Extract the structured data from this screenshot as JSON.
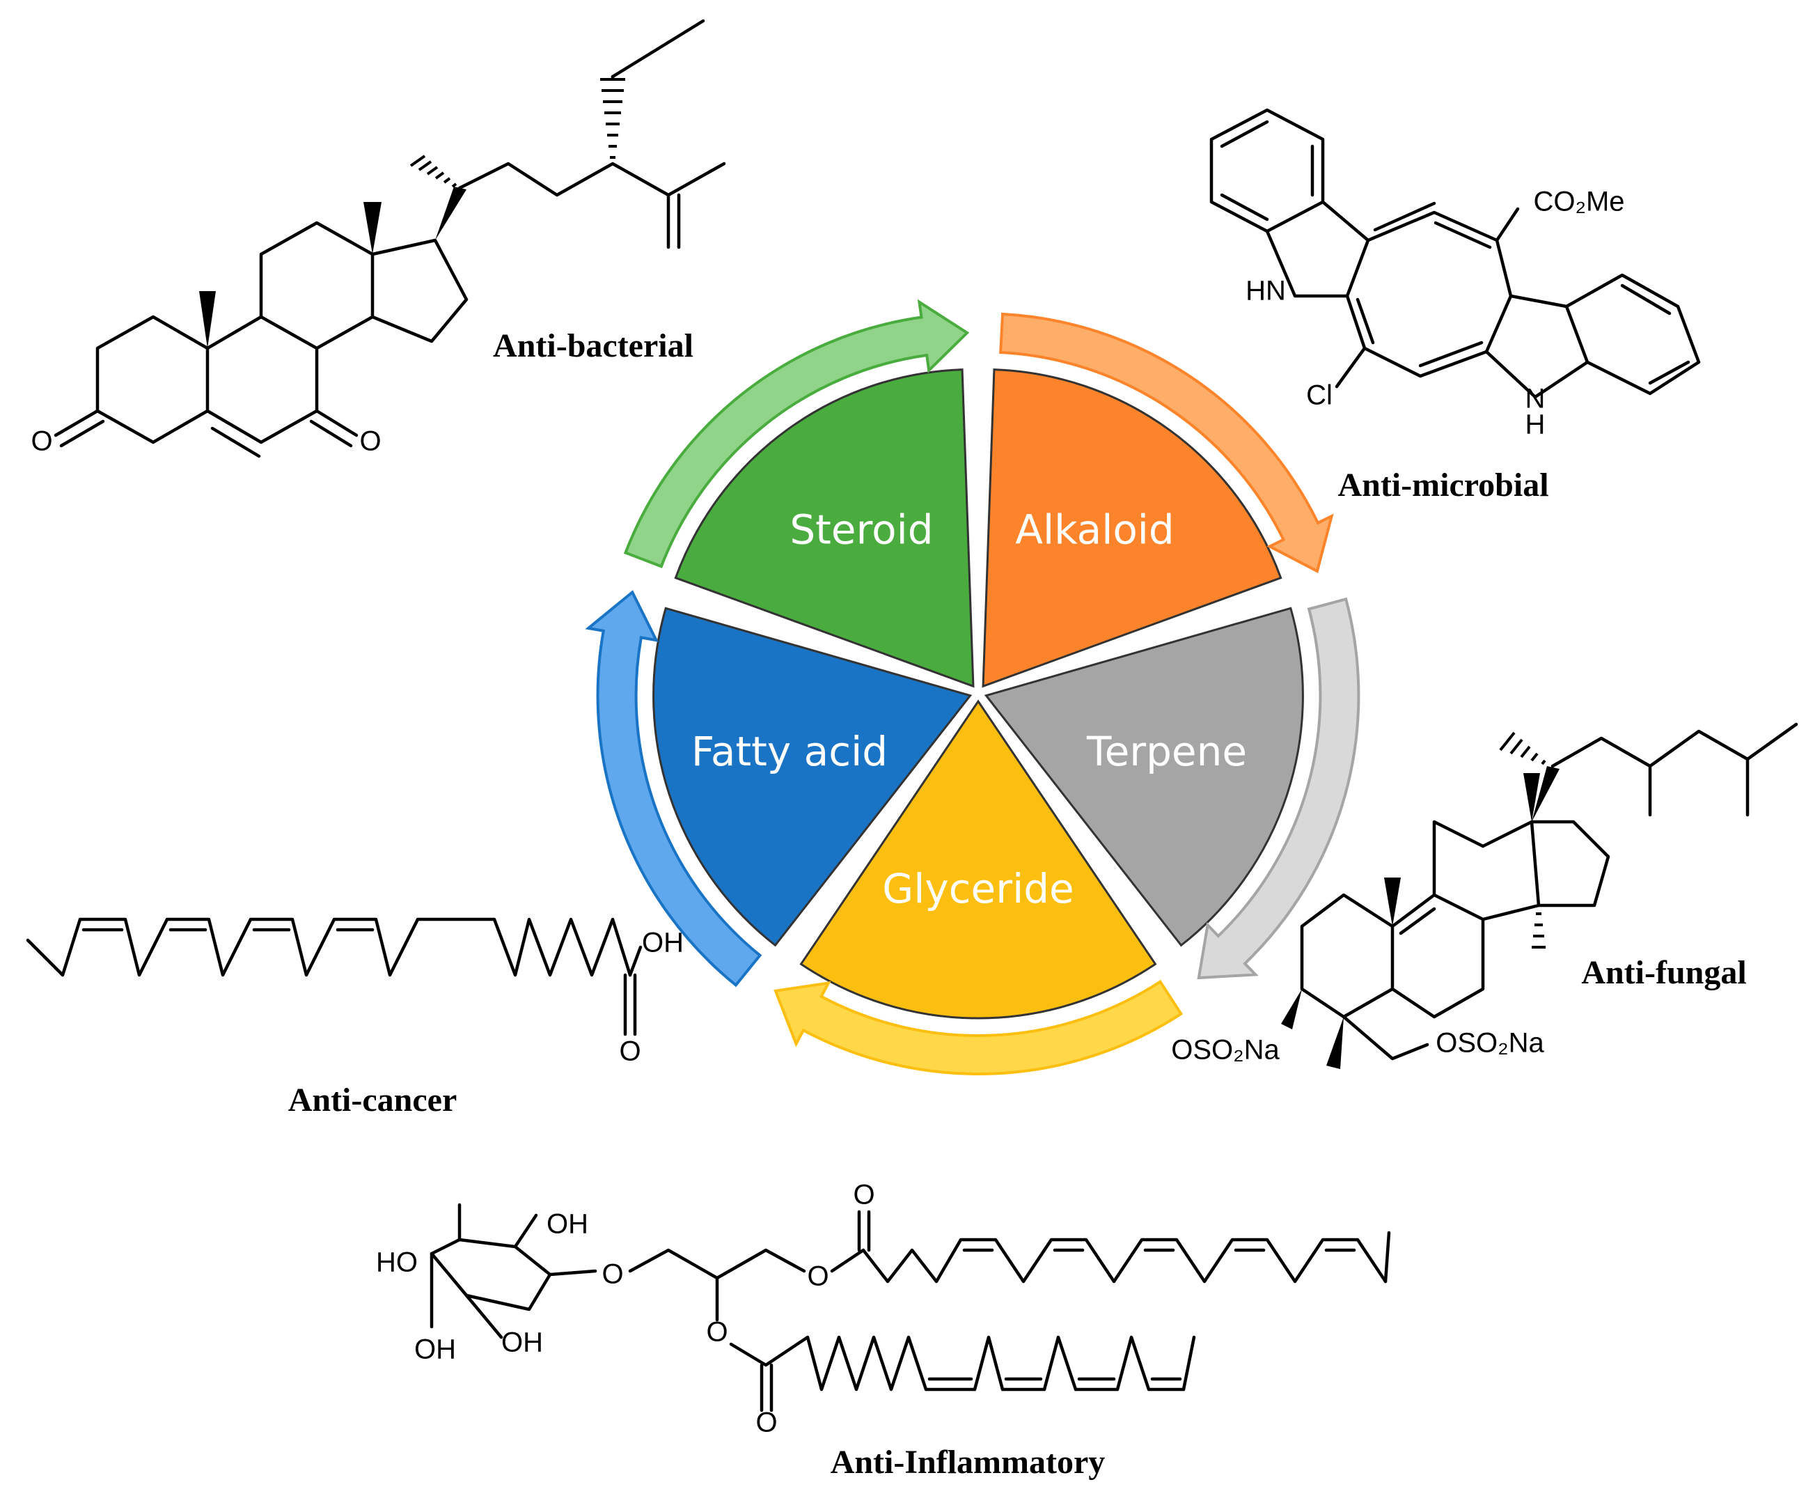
{
  "wheel": {
    "segments": [
      {
        "name": "Steroid",
        "color": "#4aac3e",
        "arrow": "#8fd488"
      },
      {
        "name": "Alkaloid",
        "color": "#fd842a",
        "arrow": "#ffae6a"
      },
      {
        "name": "Terpene",
        "color": "#a5a5a5",
        "arrow": "#d9d9d9"
      },
      {
        "name": "Glyceride",
        "color": "#fdbf0f",
        "arrow": "#ffd84a"
      },
      {
        "name": "Fatty acid",
        "color": "#1a74c6",
        "arrow": "#5fa8ee"
      }
    ]
  },
  "activities": {
    "anti_bacterial": "Anti-bacterial",
    "anti_microbial": "Anti-microbial",
    "anti_fungal": "Anti-fungal",
    "anti_cancer": "Anti-cancer",
    "anti_inflammatory": "Anti-Inflammatory"
  },
  "atoms": {
    "O": "O",
    "OH": "OH",
    "HO": "HO",
    "HN": "HN",
    "NH_N": "N",
    "NH_H": "H",
    "Cl": "Cl",
    "CO2Me": "CO₂Me",
    "OSO2Na": "OSO₂Na"
  }
}
